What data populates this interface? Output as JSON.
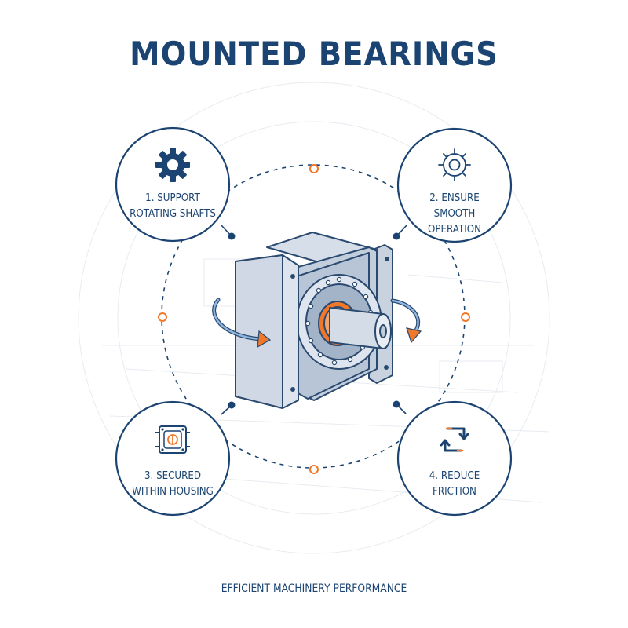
{
  "title": "MOUNTED BEARINGS",
  "footer": "EFFICIENT MACHINERY PERFORMANCE",
  "steps": [
    {
      "label": "1. SUPPORT ROTATING SHAFTS",
      "icon": "gear-icon"
    },
    {
      "label": "2. ENSURE SMOOTH OPERATION",
      "icon": "gear-outline-icon"
    },
    {
      "label": "3. SECURED WITHIN HOUSING",
      "icon": "housing-icon"
    },
    {
      "label": "4. REDUCE FRICTION",
      "icon": "rotation-arrows-icon"
    }
  ],
  "colors": {
    "primary": "#1c4472",
    "accent": "#f0782a",
    "steel": "#a9b7c9",
    "flow_arrow": "#6f9fd1"
  }
}
